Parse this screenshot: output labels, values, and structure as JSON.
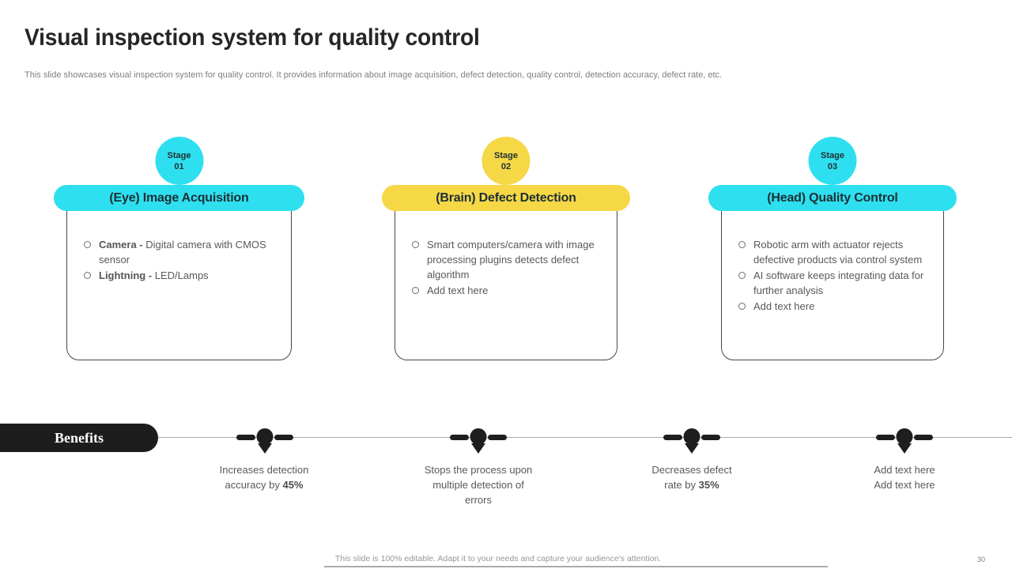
{
  "slide": {
    "title": "Visual inspection system for quality control",
    "subtitle": "This slide showcases visual inspection system for quality control. It provides information about image acquisition, defect detection, quality control, detection accuracy,  defect rate, etc.",
    "footer": "This slide is 100% editable.  Adapt it to your needs and capture your audience's attention.",
    "page_number": "30"
  },
  "colors": {
    "cyan": "#2EE0EF",
    "yellow": "#F6D847",
    "dark": "#1D1D1D",
    "card_border": "#464646",
    "body_text": "#595959",
    "title_text": "#262626",
    "muted_text": "#7F7F7F"
  },
  "cards": [
    {
      "stage_label": "Stage",
      "stage_number": "01",
      "accent": "#2EE0EF",
      "title": "(Eye) Image Acquisition",
      "bullets": [
        {
          "bold": "Camera - ",
          "text": "Digital camera with CMOS sensor"
        },
        {
          "bold": "Lightning - ",
          "text": "LED/Lamps"
        }
      ]
    },
    {
      "stage_label": "Stage",
      "stage_number": "02",
      "accent": "#F6D847",
      "title": "(Brain) Defect Detection",
      "bullets": [
        {
          "bold": "",
          "text": "Smart computers/camera with image processing plugins detects defect algorithm"
        },
        {
          "bold": "",
          "text": "Add text here"
        }
      ]
    },
    {
      "stage_label": "Stage",
      "stage_number": "03",
      "accent": "#2EE0EF",
      "title": "(Head) Quality Control",
      "bullets": [
        {
          "bold": "",
          "text": "Robotic arm with actuator rejects defective products via control system"
        },
        {
          "bold": "",
          "text": "AI software keeps integrating data for further analysis"
        },
        {
          "bold": "",
          "text": "Add text here"
        }
      ]
    }
  ],
  "benefits": {
    "label": "Benefits",
    "items": [
      {
        "text": "Increases detection\naccuracy by ",
        "bold": "45%"
      },
      {
        "text": "Stops the process upon\nmultiple detection of\nerrors",
        "bold": ""
      },
      {
        "text": "Decreases defect\nrate by ",
        "bold": "35%"
      },
      {
        "text": "Add text here\nAdd text here",
        "bold": ""
      }
    ]
  }
}
